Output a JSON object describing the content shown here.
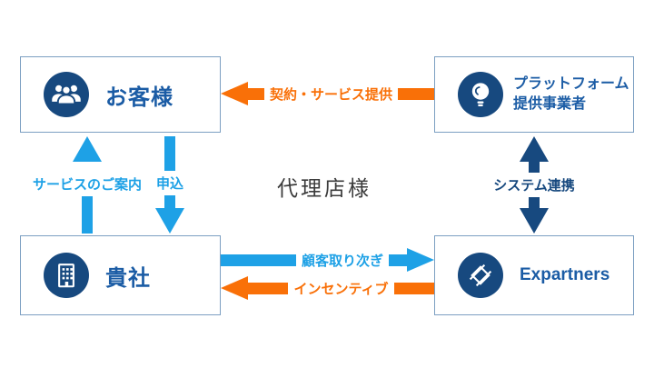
{
  "colors": {
    "navy": "#17497F",
    "blue": "#1EA1E6",
    "orange": "#F97008",
    "box_border": "#7C9FC2",
    "box_label": "#1B5CA5",
    "center_text": "#3B3B3B",
    "background": "#FFFFFF"
  },
  "center": {
    "label": "代理店様"
  },
  "boxes": {
    "customer": {
      "label": "お客様",
      "icon": "people-icon"
    },
    "platform": {
      "label_line1": "プラットフォーム",
      "label_line2": "提供事業者",
      "icon": "lightbulb-icon"
    },
    "company": {
      "label": "貴社",
      "icon": "building-icon"
    },
    "expartners": {
      "label": "Expartners",
      "icon": "expartners-logo-icon"
    }
  },
  "arrows": {
    "contract": {
      "label": "契約・サービス提供",
      "direction": "left",
      "color": "#F97008",
      "from": "platform",
      "to": "customer"
    },
    "guidance": {
      "label": "サービスのご案内",
      "direction": "up",
      "color": "#1EA1E6",
      "from": "company",
      "to": "customer"
    },
    "application": {
      "label": "申込",
      "direction": "down",
      "color": "#1EA1E6",
      "from": "customer",
      "to": "company"
    },
    "system": {
      "label": "システム連携",
      "direction": "both",
      "color": "#17497F",
      "from": "platform",
      "to": "expartners"
    },
    "referral": {
      "label": "顧客取り次ぎ",
      "direction": "right",
      "color": "#1EA1E6",
      "from": "company",
      "to": "expartners"
    },
    "incentive": {
      "label": "インセンティブ",
      "direction": "left",
      "color": "#F97008",
      "from": "expartners",
      "to": "company"
    }
  }
}
